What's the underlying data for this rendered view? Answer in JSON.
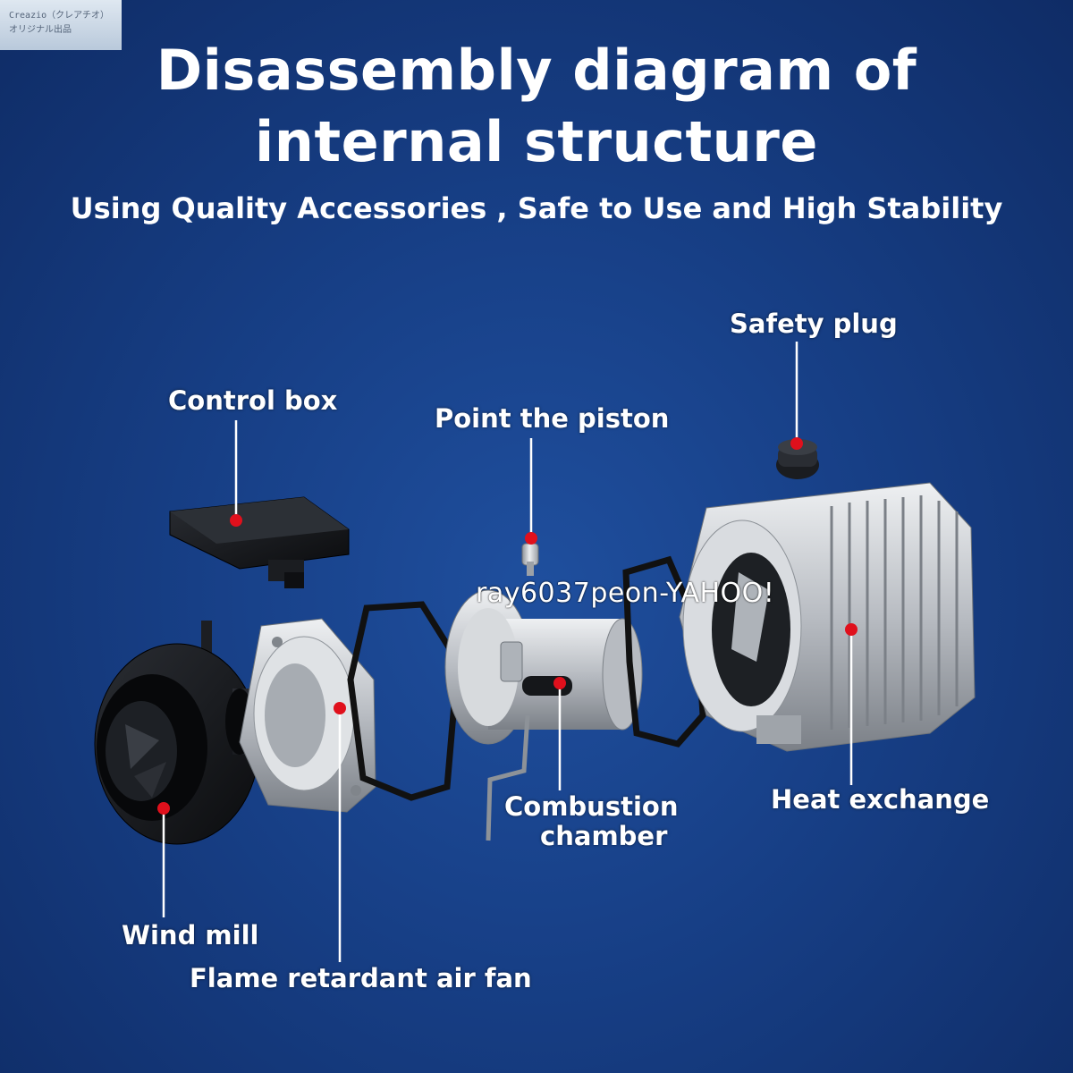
{
  "watermark": {
    "line1": "Creazio（クレアチオ）",
    "line2": "オリジナル出品"
  },
  "overlay_watermark": "ray6037peon-YAHOO!",
  "header": {
    "title_line1": "Disassembly diagram of",
    "title_line2": "internal structure",
    "subtitle": "Using Quality Accessories , Safe to Use and High Stability"
  },
  "labels": {
    "safety_plug": "Safety plug",
    "control_box": "Control box",
    "point_the_piston": "Point the piston",
    "combustion_line1": "Combustion",
    "combustion_line2": "chamber",
    "heat_exchange": "Heat exchange",
    "wind_mill": "Wind mill",
    "flame_fan": "Flame retardant air fan"
  },
  "colors": {
    "background": "#173f86",
    "marker": "#e0101c",
    "leader": "#ffffff",
    "metal": "#c9ccd1",
    "plastic": "#15171b"
  }
}
